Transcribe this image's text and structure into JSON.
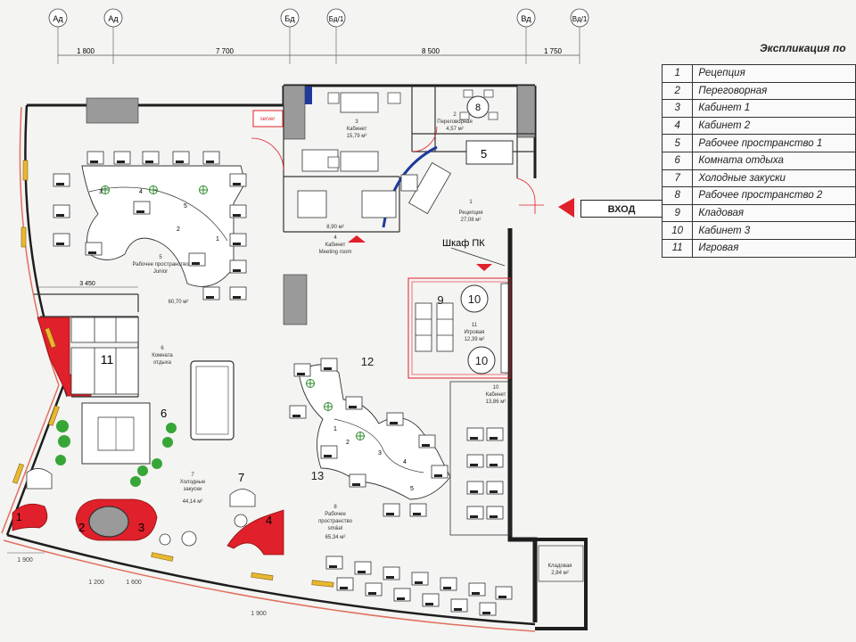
{
  "axes": {
    "labels": [
      "Ад",
      "Ад",
      "Бд",
      "Бд/1",
      "Вд",
      "Вд/1"
    ],
    "dimensions": [
      "1 800",
      "7 700",
      "8 500",
      "1 750"
    ]
  },
  "legend": {
    "title": "Экспликация по",
    "rows": [
      {
        "num": "1",
        "name": "Рецепция"
      },
      {
        "num": "2",
        "name": "Переговорная"
      },
      {
        "num": "3",
        "name": "Кабинет 1"
      },
      {
        "num": "4",
        "name": "Кабинет 2"
      },
      {
        "num": "5",
        "name": "Рабочее пространство 1"
      },
      {
        "num": "6",
        "name": "Комната отдыха"
      },
      {
        "num": "7",
        "name": "Холодные закуски"
      },
      {
        "num": "8",
        "name": "Рабочее пространство 2"
      },
      {
        "num": "9",
        "name": "Кладовая"
      },
      {
        "num": "10",
        "name": "Кабинет 3"
      },
      {
        "num": "11",
        "name": "Игровая"
      }
    ]
  },
  "entry": "ВХОД",
  "annotations": {
    "cabinet_pc": "Шкаф ПК",
    "server": "server",
    "dim_3450": "3 450",
    "bottom_dims": [
      "1 900",
      "1 200",
      "1 600",
      "1 900"
    ]
  },
  "rooms": {
    "reception": {
      "num": "1",
      "name": "Рецепция",
      "area": "27,08 м²"
    },
    "meeting": {
      "num": "2",
      "name": "Переговорная",
      "area": "4,57 м²"
    },
    "cab1": {
      "num": "3",
      "name": "Кабинет",
      "area": "15,79 м²"
    },
    "meeting_room": {
      "num": "4",
      "name": "Кабинет",
      "sub": "Meeting room",
      "area": "8,90 м²"
    },
    "junior": {
      "num": "5",
      "name": "Рабочее пространство",
      "sub": "Junior",
      "area": "60,70 м²"
    },
    "rest": {
      "num": "6",
      "name": "Комната",
      "sub": "отдыха"
    },
    "snacks": {
      "num": "7",
      "name": "Холодные",
      "sub": "закуски",
      "area": "44,14 м²"
    },
    "sm": {
      "num": "8",
      "name": "Рабочее",
      "sub": "пространство",
      "sub2": "sm&el",
      "area": "65,34 м²"
    },
    "storage": {
      "name": "Кладовая",
      "area": "2,84 м²"
    },
    "cab3": {
      "num": "10",
      "name": "Кабинет",
      "area": "13,86 м²"
    },
    "game": {
      "num": "11",
      "name": "Игровая",
      "area": "12,39 м²"
    }
  },
  "markers": [
    "1",
    "2",
    "3",
    "4",
    "5",
    "6",
    "7",
    "8",
    "9",
    "10",
    "10",
    "11",
    "12",
    "13",
    "4",
    "7"
  ],
  "desk_numbers_left": [
    "3",
    "4",
    "5",
    "2",
    "1"
  ],
  "desk_numbers_right": [
    "1",
    "2",
    "3",
    "4",
    "5"
  ],
  "colors": {
    "wall": "#1e1e1e",
    "window": "#9a9a9a",
    "red": "#e0202a",
    "green": "#37a637",
    "yellow": "#e8b830",
    "blue": "#1f3a9a"
  }
}
